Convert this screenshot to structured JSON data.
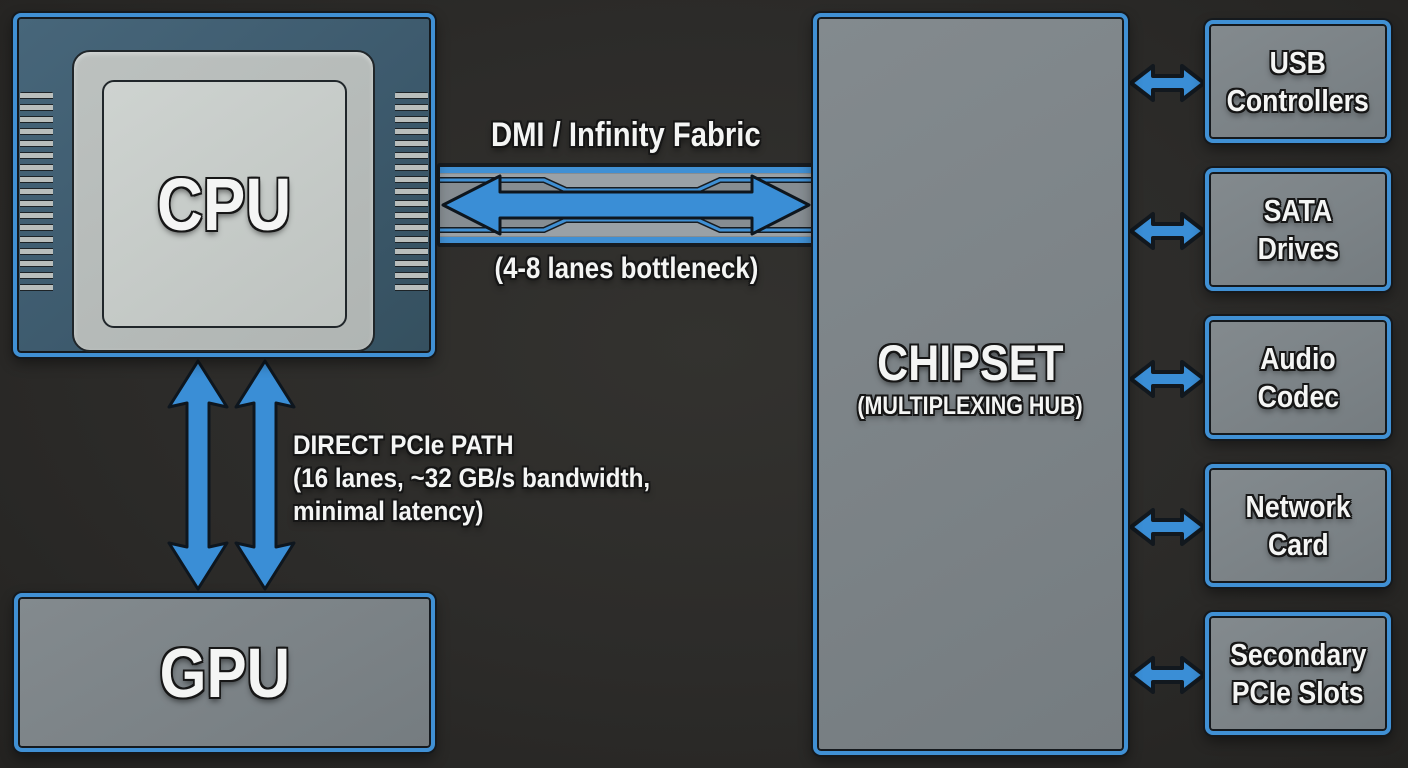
{
  "colors": {
    "background": "#2c2b29",
    "accent_blue": "#3a8ed6",
    "frame_blue": "#4090d4",
    "panel_gray": "#7d8589",
    "cpu_body_blue": "#3d5a6d",
    "outline_dark": "#15191d",
    "text_white": "#f4f5f4"
  },
  "cpu": {
    "label": "CPU"
  },
  "gpu": {
    "label": "GPU"
  },
  "chipset": {
    "title": "CHIPSET",
    "subtitle": "(MULTIPLEXING HUB)"
  },
  "dmi_link": {
    "title": "DMI / Infinity Fabric",
    "note": "(4-8 lanes bottleneck)",
    "icon": "bidirectional-arrow"
  },
  "pcie_link": {
    "line1": "DIRECT PCIe PATH",
    "line2": "(16 lanes, ~32 GB/s bandwidth,",
    "line3": "minimal latency)",
    "icon": "bidirectional-arrow-pair"
  },
  "peripherals": [
    {
      "line1": "USB",
      "line2": "Controllers"
    },
    {
      "line1": "SATA",
      "line2": "Drives"
    },
    {
      "line1": "Audio",
      "line2": "Codec"
    },
    {
      "line1": "Network",
      "line2": "Card"
    },
    {
      "line1": "Secondary",
      "line2": "PCIe Slots"
    }
  ]
}
